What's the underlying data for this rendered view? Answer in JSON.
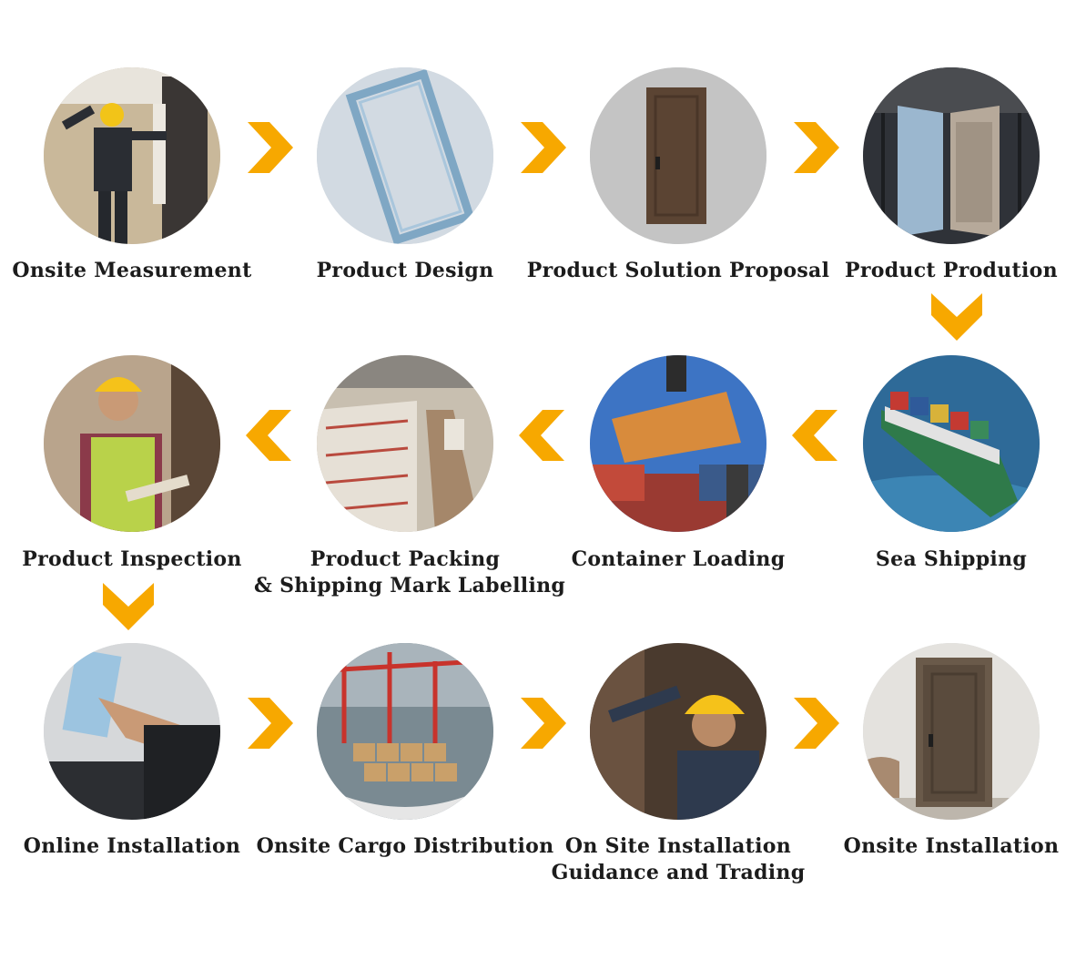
{
  "accent_color": "#f7a800",
  "steps": [
    {
      "id": "onsite-measurement",
      "label": "Onsite Measurement",
      "image": "worker-measuring-wall"
    },
    {
      "id": "product-design",
      "label": "Product Design",
      "image": "door-frame-blueprint"
    },
    {
      "id": "product-solution-proposal",
      "label": "Product Solution Proposal",
      "image": "wooden-door"
    },
    {
      "id": "product-prodution",
      "label": "Product Prodution",
      "image": "factory-door-rack"
    },
    {
      "id": "sea-shipping",
      "label": "Sea Shipping",
      "image": "container-ship"
    },
    {
      "id": "container-loading",
      "label": "Container Loading",
      "image": "crane-lifting-container"
    },
    {
      "id": "product-packing",
      "label_line1": "Product Packing",
      "label_line2": "& Shipping Mark Labelling",
      "image": "packed-warehouse"
    },
    {
      "id": "product-inspection",
      "label": "Product Inspection",
      "image": "inspector-clipboard"
    },
    {
      "id": "online-installation",
      "label": "Online Installation",
      "image": "screen-touch"
    },
    {
      "id": "onsite-cargo-distribution",
      "label": "Onsite Cargo Distribution",
      "image": "port-cranes"
    },
    {
      "id": "on-site-installation-guidance",
      "label_line1": "On Site Installation",
      "label_line2": "Guidance and Trading",
      "image": "worker-installing"
    },
    {
      "id": "onsite-installation",
      "label": "Onsite Installation",
      "image": "installed-door"
    }
  ],
  "arrows": [
    "right",
    "right",
    "right",
    "down",
    "left",
    "left",
    "left",
    "down",
    "right",
    "right",
    "right"
  ]
}
